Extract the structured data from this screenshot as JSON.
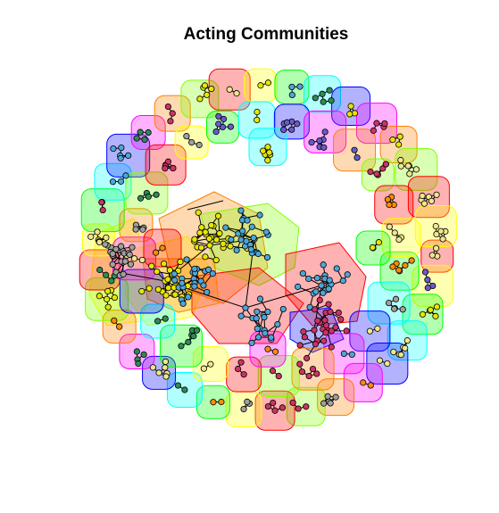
{
  "title": "Acting Communities",
  "colors": {
    "hull_palette": [
      "#ff0000",
      "#ffff00",
      "#00ff00",
      "#00ffff",
      "#0000ff",
      "#ff00ff",
      "#ff8000",
      "#80ff00"
    ],
    "node_palette": [
      "#e6e600",
      "#4da6d9",
      "#a0a0a0",
      "#ff8c00",
      "#cc3366",
      "#2e8b57",
      "#6a5acd",
      "#f0e68c"
    ],
    "edge": "#000000",
    "node_border": "#000000"
  },
  "network": {
    "layout": "circular packing of small communities around a central cluster of large communities",
    "small_community_count": 70,
    "large_community_count": 8
  }
}
